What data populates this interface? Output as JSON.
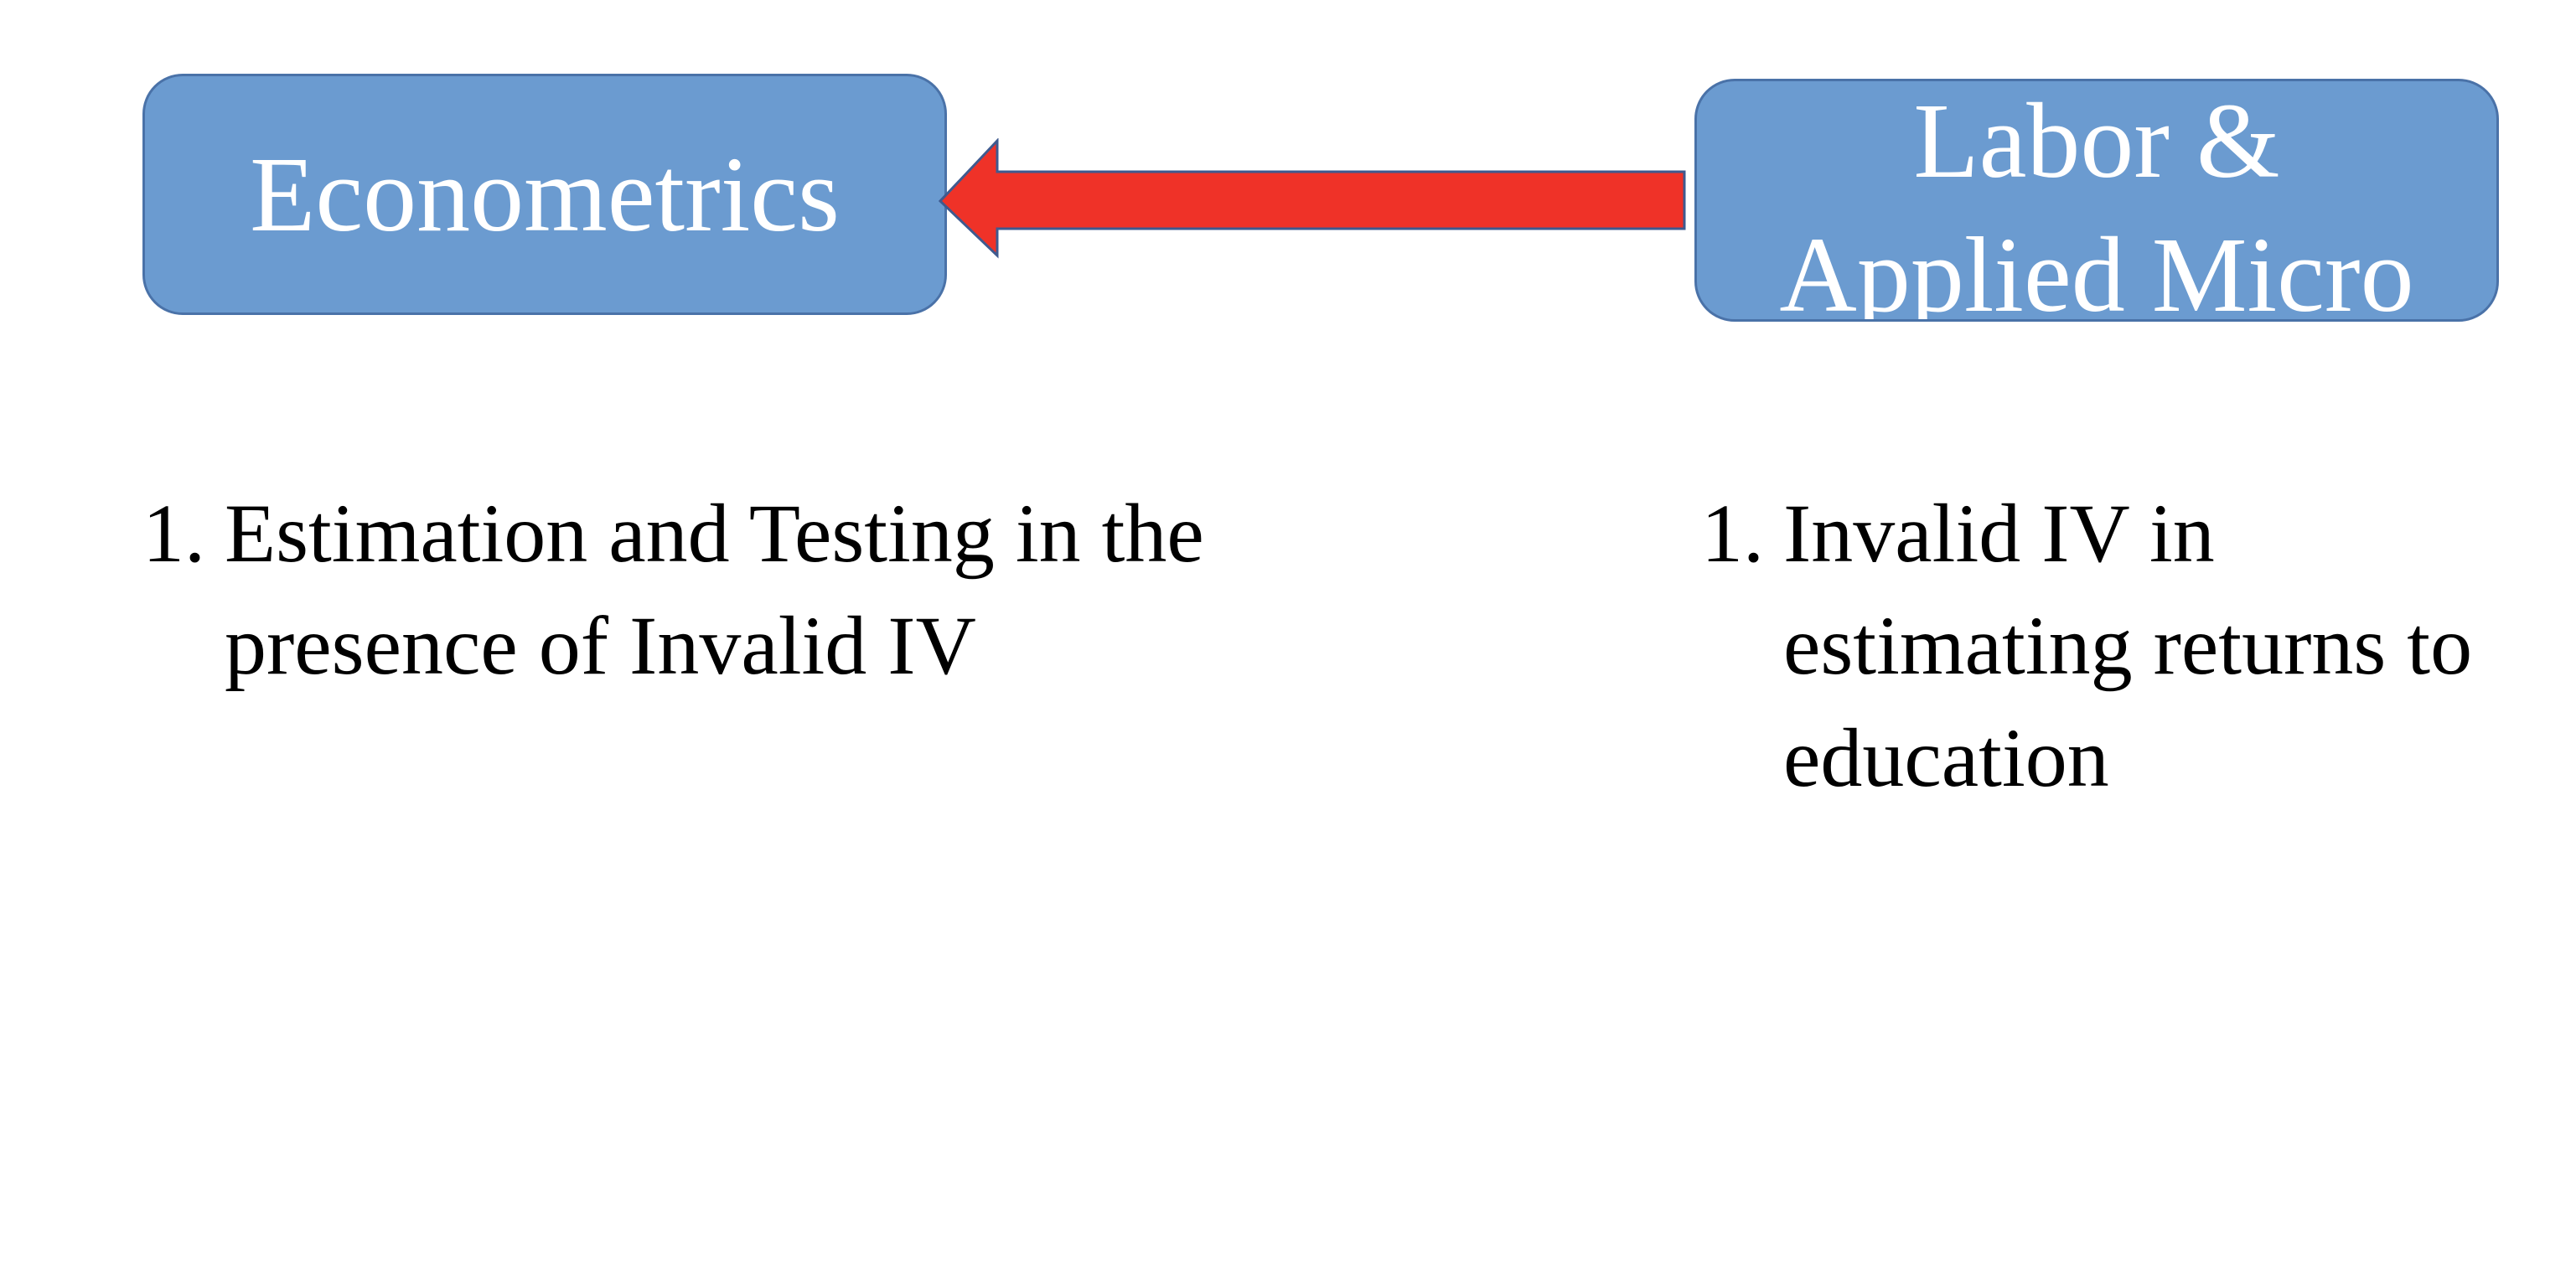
{
  "diagram": {
    "left_box": {
      "title": "Econometrics"
    },
    "right_box": {
      "title_lines": [
        "Labor &",
        "Applied Micro"
      ]
    },
    "arrow": {
      "direction": "right-to-left",
      "color": "#ef3228"
    },
    "left_list": {
      "items": [
        {
          "number": "1.",
          "text": "Estimation and Testing in the presence of Invalid IV"
        }
      ]
    },
    "right_list": {
      "items": [
        {
          "number": "1.",
          "text": "Invalid IV in estimating returns to education"
        }
      ]
    },
    "colors": {
      "box_fill": "#6b9bd0",
      "box_border": "#4a72a8",
      "box_text": "#ffffff",
      "arrow_fill": "#ef3228",
      "arrow_border": "#3f5a8f"
    }
  }
}
